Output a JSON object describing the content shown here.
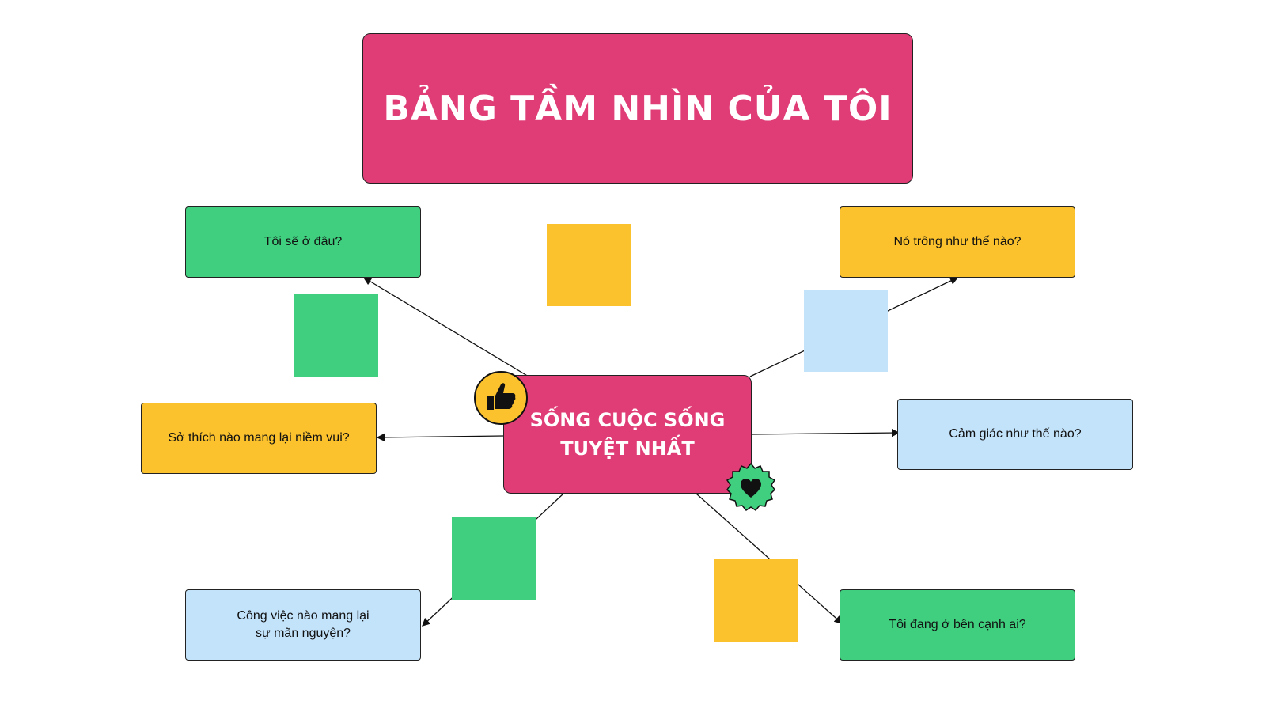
{
  "title": "BẢNG TẦM NHÌN CỦA TÔI",
  "center": {
    "line1": "SỐNG CUỘC SỐNG",
    "line2": "TUYỆT NHẤT"
  },
  "nodes": {
    "where": "Tôi sẽ ở đâu?",
    "looks": "Nó trông như thế nào?",
    "hobby": "Sở thích nào mang lại niềm vui?",
    "feel": "Cảm giác như thế nào?",
    "work_line1": "Công việc nào mang lại",
    "work_line2": "sự mãn nguyện?",
    "with": "Tôi đang ở bên cạnh ai?"
  },
  "colors": {
    "pink": "#e03c76",
    "green": "#3fcf7f",
    "yellow": "#fbc22d",
    "blue": "#c3e3fb"
  },
  "icons": [
    "thumbs-up-icon",
    "heart-badge-icon"
  ]
}
